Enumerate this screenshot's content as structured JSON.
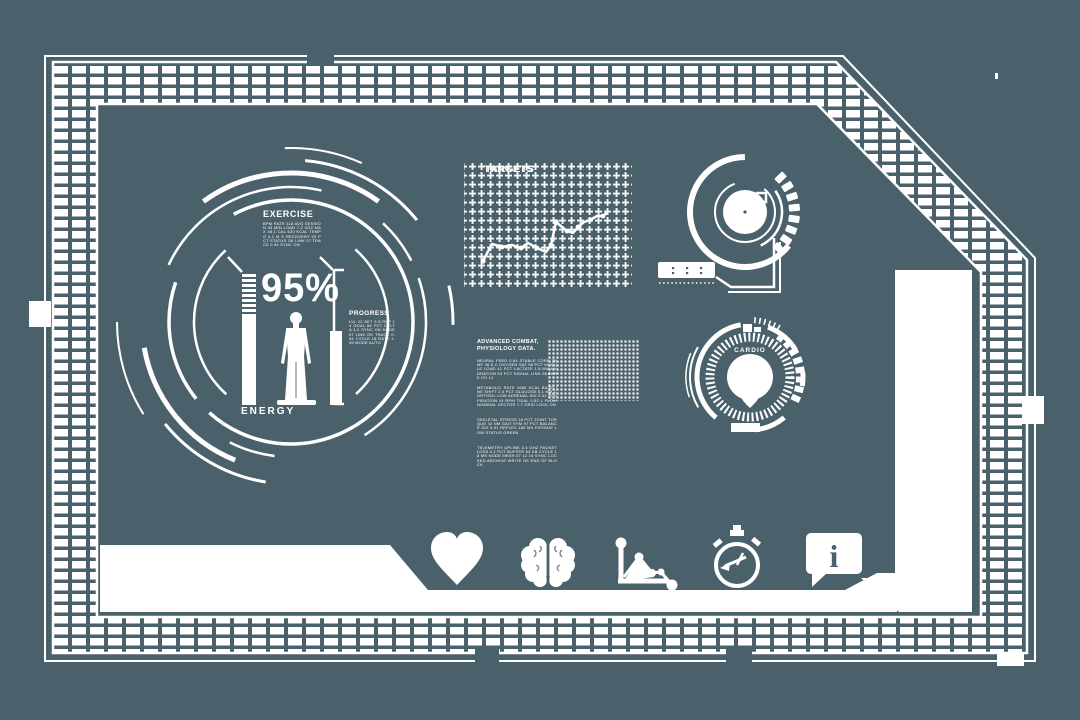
{
  "colors": {
    "background": "#4a616b",
    "foreground": "#ffffff"
  },
  "energy_panel": {
    "exercise_title": "EXERCISE",
    "exercise_body": "BPM RATE 118 AVG SESSION 45 MIN LOAD 7.2 VO2 MAX 48.1 CAL 620 KCAL TEMPO 4.1 M S RECOVERY 92 PCT STATUS OK LINK 07 TRACE 0.94 SYNC ON",
    "percent": "95%",
    "progress_title": "PROGRESS",
    "progress_body": "LVL 12 SET 3 5 REP 14 GOAL 86 PCT DELTA 4.2 SYNC ON NODE 07 LINK OK TRACE 0.94 CYCLE 18 RATE 1.08 MODE AUTO",
    "energy_label": "ENERGY"
  },
  "targets_panel": {
    "title": "TARGETS"
  },
  "chart_data": {
    "type": "line",
    "title": "TARGETS",
    "x": [
      1,
      2,
      3,
      4,
      5,
      6,
      7,
      8,
      9,
      10,
      11,
      12,
      13,
      14,
      15,
      16,
      17,
      18,
      19
    ],
    "values": [
      22,
      35,
      33,
      35,
      32,
      36,
      32,
      29,
      35,
      53,
      49,
      46,
      44,
      49,
      53,
      54,
      57,
      57,
      60
    ],
    "xlabel": "",
    "ylabel": "",
    "ylim": [
      0,
      100
    ],
    "grid": "plus-matrix",
    "legend": "none"
  },
  "report_panel": {
    "heading_line1": "ADVANCED COMBAT,",
    "heading_line2": "PHYSIOLOGY DATA.",
    "paragraphs": [
      "NEURAL FEED 0.84 STABLE CORE TEMP 36.6 C OXYGEN SAT 98 PCT MUSCLE LOAD 41 PCT LACTATE 1.8 MM HYDRATION 93 PCT SIGNAL LINK SECURE CH 12",
      "METABOLIC RATE 1680 KCAL BASELINE SHIFT 2.4 PCT GLUCOSE 5.1 MM CORTISOL LOW ADRENAL IDX 0.32 RESPIRATION 14 RPM TIDAL 0.52 L FLOW NOMINAL VECTOR 7.7 GRID LOCK ON",
      "SKELETAL STRESS 18 PCT JOINT TORQUE 42 NM GAIT SYM 97 PCT BALANCE IDX 0.91 REFLEX 180 MS FATIGUE LOW STATUS GREEN",
      "TELEMETRY UPLINK 2.4 GHZ PACKET LOSS 0.1 PCT BUFFER 64 KB CYCLE 18 MS NODE MESH 07 12 19 SYNC LOCKED ARCHIVE WRITE OK END OF BLOCK"
    ]
  },
  "timer_gauge": {
    "readout_dots": ": : :"
  },
  "cardio_gauge": {
    "label": "CARDIO",
    "heart_glyph": "♥"
  },
  "toolbar_icons": [
    {
      "name": "heart-icon"
    },
    {
      "name": "brain-icon"
    },
    {
      "name": "chart-icon"
    },
    {
      "name": "stopwatch-icon"
    },
    {
      "name": "info-icon"
    }
  ]
}
